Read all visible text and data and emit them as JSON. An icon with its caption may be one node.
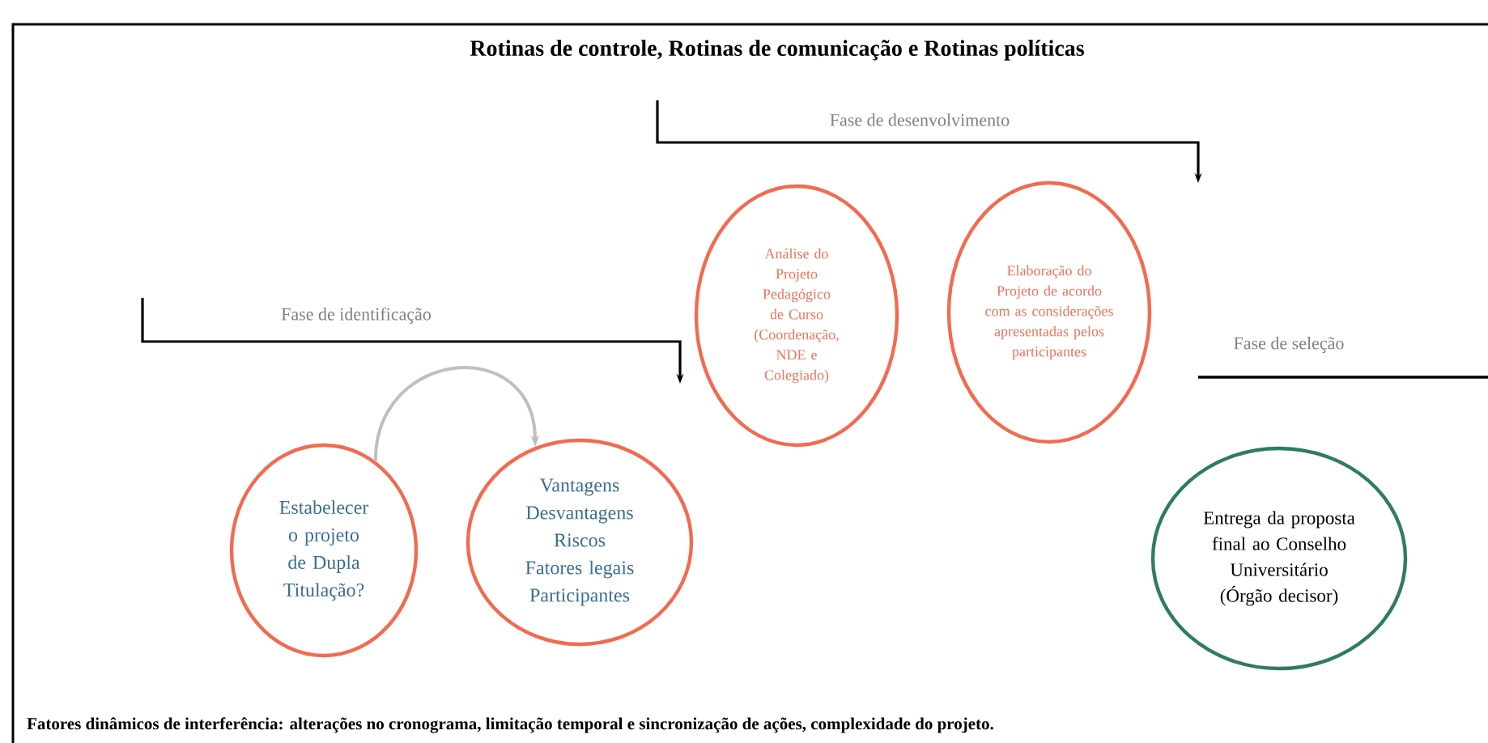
{
  "diagram": {
    "title": "Rotinas de controle, Rotinas de comunicação e Rotinas políticas",
    "caption": "Fatores dinâmicos de interferência: alterações no cronograma, limitação temporal e sincronização de ações, complexidade do projeto.",
    "nodes": [
      {
        "text": [
          "Estabelecer o projeto de Dupla Titulação?"
        ]
      },
      {
        "text": [
          "Vantagens Desvantagens Riscos Fatores legais Participantes"
        ]
      },
      {
        "text": [
          "Análise do Projeto Pedagógico de Curso (Coordenação, NDE e Colegiado)"
        ]
      },
      {
        "text": [
          "Elaboração do Projeto de acordo com as considerações apresentadas pelos participantes"
        ]
      },
      {
        "text": [
          "Entrega da proposta final ao Conselho Universitário (Órgão decisor)"
        ]
      }
    ],
    "edges": [
      {
        "from": 0,
        "to": 1,
        "arrow": "to",
        "color": "#bfbfbf"
      }
    ],
    "labels": [
      "Fase de desenvolvimento",
      "Fase de identificação",
      "Fase de seleção"
    ]
  }
}
